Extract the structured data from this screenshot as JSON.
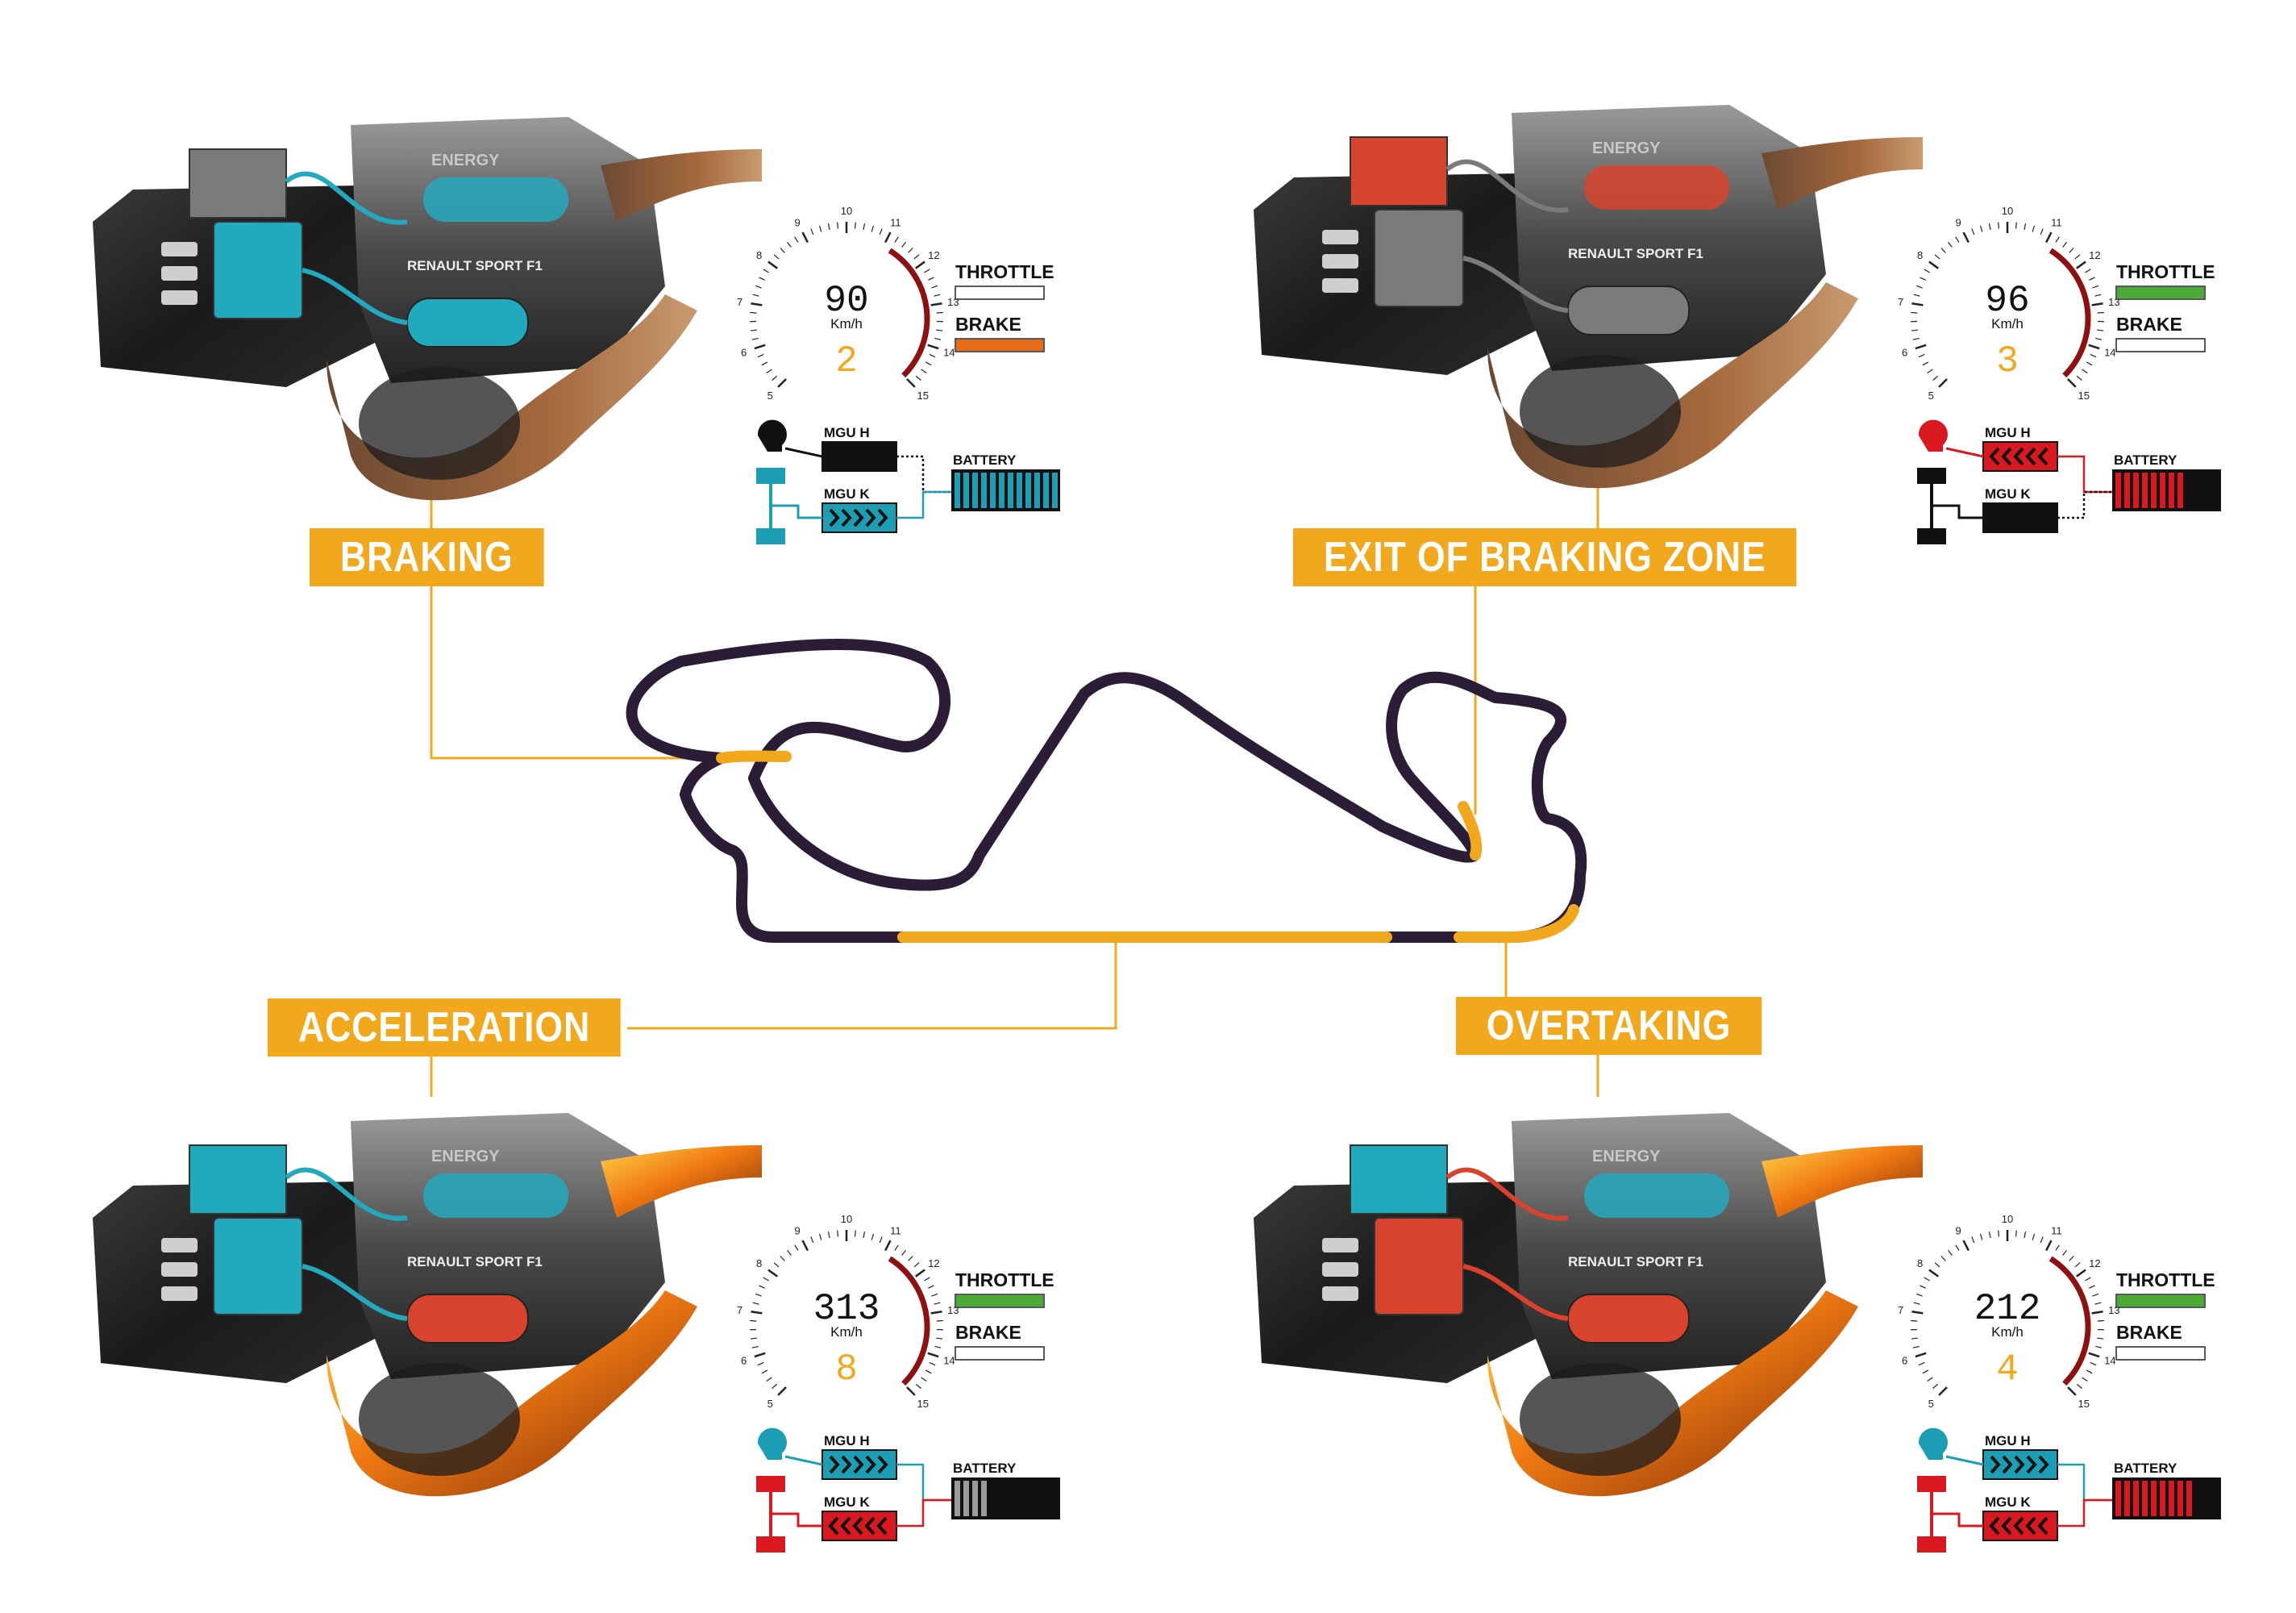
{
  "colors": {
    "accent": "#f2a81d",
    "track": "#2b1d36",
    "blue": "#1c9fb5",
    "red": "#d9191f",
    "green": "#4bab36",
    "orange": "#e46c16",
    "black": "#111111"
  },
  "phases": [
    {
      "id": "braking",
      "label": "BRAKING",
      "speed": "90",
      "unit": "Km/h",
      "gear": "2",
      "throttle_label": "THROTTLE",
      "brake_label": "BRAKE",
      "throttle_level": 0,
      "brake_level": 1,
      "battery_label": "BATTERY",
      "battery_level": 1,
      "battery_color": "blue",
      "mguh_label": "MGU H",
      "mguk_label": "MGU K",
      "mguh_color": "black",
      "mguk_color": "blue",
      "mguh_direction": "none",
      "mguk_direction": "right",
      "turbo_color": "black",
      "axle_color": "blue",
      "gauge_ticks": [
        "5",
        "6",
        "7",
        "8",
        "9",
        "10",
        "11",
        "12",
        "13",
        "14",
        "15"
      ]
    },
    {
      "id": "exit",
      "label": "EXIT OF BRAKING ZONE",
      "speed": "96",
      "unit": "Km/h",
      "gear": "3",
      "throttle_label": "THROTTLE",
      "brake_label": "BRAKE",
      "throttle_level": 1,
      "brake_level": 0,
      "battery_label": "BATTERY",
      "battery_level": 0.7,
      "battery_color": "red",
      "mguh_label": "MGU H",
      "mguk_label": "MGU K",
      "mguh_color": "red",
      "mguk_color": "black",
      "mguh_direction": "left",
      "mguk_direction": "none",
      "turbo_color": "red",
      "axle_color": "black",
      "gauge_ticks": [
        "5",
        "6",
        "7",
        "8",
        "9",
        "10",
        "11",
        "12",
        "13",
        "14",
        "15"
      ]
    },
    {
      "id": "acceleration",
      "label": "ACCELERATION",
      "speed": "313",
      "unit": "Km/h",
      "gear": "8",
      "throttle_label": "THROTTLE",
      "brake_label": "BRAKE",
      "throttle_level": 1,
      "brake_level": 0,
      "battery_label": "BATTERY",
      "battery_level": 0.35,
      "battery_color": "gray",
      "mguh_label": "MGU H",
      "mguk_label": "MGU K",
      "mguh_color": "blue",
      "mguk_color": "red",
      "mguh_direction": "right",
      "mguk_direction": "left",
      "turbo_color": "blue",
      "axle_color": "red",
      "gauge_ticks": [
        "5",
        "6",
        "7",
        "8",
        "9",
        "10",
        "11",
        "12",
        "13",
        "14",
        "15"
      ]
    },
    {
      "id": "overtaking",
      "label": "OVERTAKING",
      "speed": "212",
      "unit": "Km/h",
      "gear": "4",
      "throttle_label": "THROTTLE",
      "brake_label": "BRAKE",
      "throttle_level": 1,
      "brake_level": 0,
      "battery_label": "BATTERY",
      "battery_level": 0.75,
      "battery_color": "red",
      "mguh_label": "MGU H",
      "mguk_label": "MGU K",
      "mguh_color": "blue",
      "mguk_color": "red",
      "mguh_direction": "right",
      "mguk_direction": "left",
      "turbo_color": "blue",
      "axle_color": "red",
      "gauge_ticks": [
        "5",
        "6",
        "7",
        "8",
        "9",
        "10",
        "11",
        "12",
        "13",
        "14",
        "15"
      ]
    }
  ],
  "engine_branding": {
    "renault": "RENAULT SPORT F1",
    "energy": "ENERGY"
  }
}
